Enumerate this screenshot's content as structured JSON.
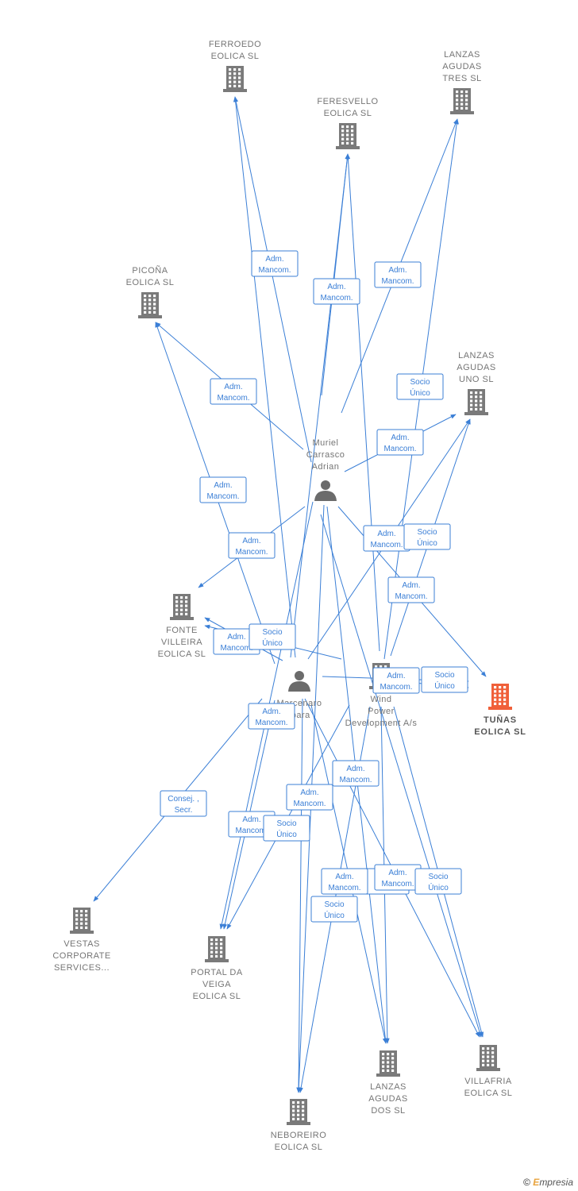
{
  "colors": {
    "edge": "#3b7fd6",
    "company": "#7a7a7a",
    "company_target": "#f0603a",
    "person": "#6b6b6b"
  },
  "footer": {
    "copyright": "©",
    "brand_e": "E",
    "brand_rest": "mpresia"
  },
  "nodes": [
    {
      "id": "ferroedo",
      "type": "company",
      "icon": "building-icon",
      "label": [
        "FERROEDO",
        "EOLICA  SL"
      ]
    },
    {
      "id": "feresvello",
      "type": "company",
      "icon": "building-icon",
      "label": [
        "FERESVELLO",
        "EOLICA  SL"
      ]
    },
    {
      "id": "lanzas_tres",
      "type": "company",
      "icon": "building-icon",
      "label": [
        "LANZAS",
        "AGUDAS",
        "TRES  SL"
      ]
    },
    {
      "id": "picona",
      "type": "company",
      "icon": "building-icon",
      "label": [
        "PICOÑA",
        "EOLICA  SL"
      ]
    },
    {
      "id": "lanzas_uno",
      "type": "company",
      "icon": "building-icon",
      "label": [
        "LANZAS",
        "AGUDAS",
        "UNO  SL"
      ]
    },
    {
      "id": "muriel",
      "type": "person",
      "icon": "person-icon",
      "label": [
        "Muriel",
        "Carrasco",
        "Adrian"
      ]
    },
    {
      "id": "fonte",
      "type": "company",
      "icon": "building-icon",
      "label": [
        "FONTE",
        "VILLEIRA",
        "EOLICA  SL"
      ]
    },
    {
      "id": "marcenaro",
      "type": "person",
      "icon": "person-icon",
      "label": [
        "Marcenaro",
        "Ibara"
      ]
    },
    {
      "id": "wind",
      "type": "company",
      "icon": "building-icon",
      "label": [
        "Wind",
        "Power",
        "Development A/s"
      ]
    },
    {
      "id": "tunas",
      "type": "company_target",
      "icon": "building-icon",
      "label": [
        "TUÑAS",
        "EOLICA  SL"
      ]
    },
    {
      "id": "vestas",
      "type": "company",
      "icon": "building-icon",
      "label": [
        "VESTAS",
        "CORPORATE",
        "SERVICES..."
      ]
    },
    {
      "id": "portal",
      "type": "company",
      "icon": "building-icon",
      "label": [
        "PORTAL DA",
        "VEIGA",
        "EOLICA  SL"
      ]
    },
    {
      "id": "lanzas_dos",
      "type": "company",
      "icon": "building-icon",
      "label": [
        "LANZAS",
        "AGUDAS",
        "DOS  SL"
      ]
    },
    {
      "id": "villafria",
      "type": "company",
      "icon": "building-icon",
      "label": [
        "VILLAFRIA",
        "EOLICA  SL"
      ]
    },
    {
      "id": "neboreiro",
      "type": "company",
      "icon": "building-icon",
      "label": [
        "NEBOREIRO",
        "EOLICA  SL"
      ]
    }
  ],
  "edges": [
    {
      "from": "muriel",
      "to": "ferroedo",
      "label": [
        "Adm.",
        "Mancom."
      ]
    },
    {
      "from": "marcenaro",
      "to": "ferroedo",
      "label": []
    },
    {
      "from": "muriel",
      "to": "feresvello",
      "label": [
        "Adm.",
        "Mancom."
      ]
    },
    {
      "from": "marcenaro",
      "to": "feresvello",
      "label": []
    },
    {
      "from": "wind",
      "to": "feresvello",
      "label": []
    },
    {
      "from": "muriel",
      "to": "lanzas_tres",
      "label": [
        "Adm.",
        "Mancom."
      ]
    },
    {
      "from": "wind",
      "to": "lanzas_tres",
      "label": [
        "Socio",
        "Único"
      ]
    },
    {
      "from": "muriel",
      "to": "picona",
      "label": [
        "Adm.",
        "Mancom."
      ]
    },
    {
      "from": "marcenaro",
      "to": "picona",
      "label": [
        "Adm.",
        "Mancom."
      ]
    },
    {
      "from": "muriel",
      "to": "lanzas_uno",
      "label": [
        "Adm.",
        "Mancom."
      ]
    },
    {
      "from": "marcenaro",
      "to": "lanzas_uno",
      "label": [
        "Adm.",
        "Mancom."
      ]
    },
    {
      "from": "wind",
      "to": "lanzas_uno",
      "label": [
        "Socio",
        "Único"
      ]
    },
    {
      "from": "muriel",
      "to": "fonte",
      "label": [
        "Adm.",
        "Mancom."
      ]
    },
    {
      "from": "marcenaro",
      "to": "fonte",
      "label": [
        "Adm.",
        "Mancom."
      ]
    },
    {
      "from": "wind",
      "to": "fonte",
      "label": [
        "Socio",
        "Único"
      ]
    },
    {
      "from": "muriel",
      "to": "tunas",
      "label": [
        "Adm.",
        "Mancom."
      ]
    },
    {
      "from": "marcenaro",
      "to": "tunas",
      "label": [
        "Adm.",
        "Mancom."
      ]
    },
    {
      "from": "wind",
      "to": "tunas",
      "label": [
        "Socio",
        "Único"
      ]
    },
    {
      "from": "marcenaro",
      "to": "vestas",
      "label": [
        "Consej. ,",
        "Secr."
      ]
    },
    {
      "from": "muriel",
      "to": "portal",
      "label": [
        "Adm.",
        "Mancom."
      ]
    },
    {
      "from": "marcenaro",
      "to": "portal",
      "label": [
        "Adm.",
        "Mancom."
      ]
    },
    {
      "from": "wind",
      "to": "portal",
      "label": [
        "Socio",
        "Único"
      ]
    },
    {
      "from": "muriel",
      "to": "lanzas_dos",
      "label": [
        "Adm.",
        "Mancom."
      ]
    },
    {
      "from": "marcenaro",
      "to": "lanzas_dos",
      "label": [
        "Adm.",
        "Mancom."
      ]
    },
    {
      "from": "wind",
      "to": "lanzas_dos",
      "label": [
        "Socio",
        "Único"
      ]
    },
    {
      "from": "muriel",
      "to": "villafria",
      "label": []
    },
    {
      "from": "marcenaro",
      "to": "villafria",
      "label": [
        "Adm.",
        "Mancom."
      ]
    },
    {
      "from": "wind",
      "to": "villafria",
      "label": [
        "Socio",
        "Único"
      ]
    },
    {
      "from": "muriel",
      "to": "neboreiro",
      "label": [
        "Adm.",
        "Mancom."
      ]
    },
    {
      "from": "marcenaro",
      "to": "neboreiro",
      "label": []
    },
    {
      "from": "wind",
      "to": "neboreiro",
      "label": [
        "Socio",
        "Único"
      ]
    }
  ]
}
